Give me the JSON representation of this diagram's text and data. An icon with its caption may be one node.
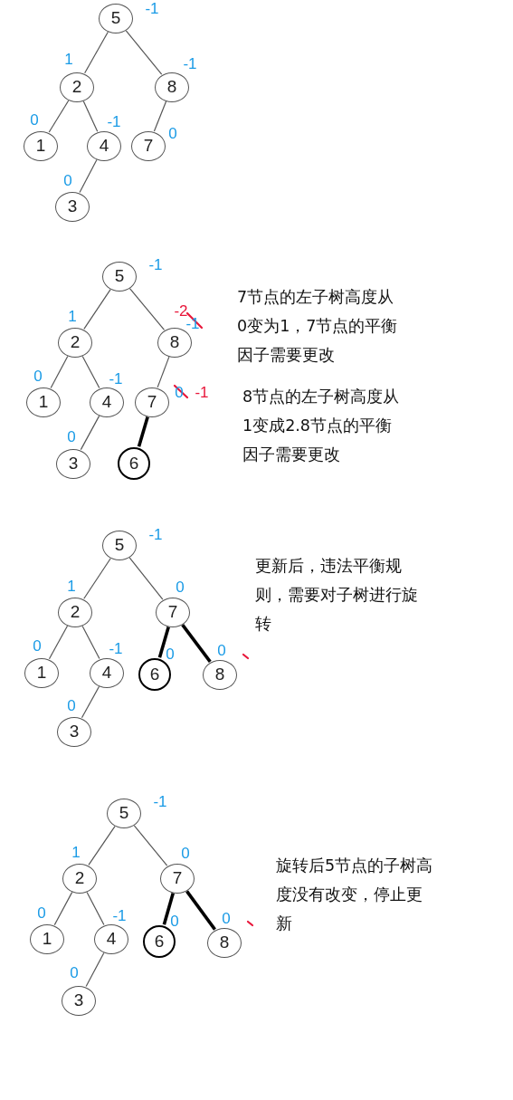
{
  "diagram": {
    "nodes": [
      {
        "text": [
          "5"
        ],
        "beside": [
          "-1"
        ]
      },
      {
        "text": [
          "2"
        ],
        "beside": [
          "1"
        ]
      },
      {
        "text": [
          "8"
        ],
        "beside": [
          "-1"
        ]
      },
      {
        "text": [
          "1"
        ],
        "beside": [
          "0"
        ]
      },
      {
        "text": [
          "4"
        ],
        "beside": [
          "-1"
        ]
      },
      {
        "text": [
          "7"
        ],
        "beside": [
          "0"
        ]
      },
      {
        "text": [
          "3"
        ],
        "beside": [
          "0"
        ]
      },
      {
        "text": [
          "5"
        ],
        "beside": [
          "-1"
        ]
      },
      {
        "text": [
          "2"
        ],
        "beside": [
          "1"
        ]
      },
      {
        "text": [
          "8"
        ],
        "beside": [
          "-2",
          "-1"
        ]
      },
      {
        "text": [
          "1"
        ],
        "beside": [
          "0"
        ]
      },
      {
        "text": [
          "4"
        ],
        "beside": [
          "-1"
        ]
      },
      {
        "text": [
          "7"
        ],
        "beside": [
          "0",
          "-1"
        ]
      },
      {
        "text": [
          "3"
        ],
        "beside": [
          "0"
        ]
      },
      {
        "text": [
          "6"
        ]
      },
      {
        "text": [
          "5"
        ],
        "beside": [
          "-1"
        ]
      },
      {
        "text": [
          "2"
        ],
        "beside": [
          "1"
        ]
      },
      {
        "text": [
          "7"
        ],
        "beside": [
          "0"
        ]
      },
      {
        "text": [
          "1"
        ],
        "beside": [
          "0"
        ]
      },
      {
        "text": [
          "4"
        ],
        "beside": [
          "-1"
        ]
      },
      {
        "text": [
          "6"
        ],
        "beside": [
          "0"
        ]
      },
      {
        "text": [
          "8"
        ],
        "beside": [
          "0"
        ]
      },
      {
        "text": [
          "3"
        ],
        "beside": [
          "0"
        ]
      },
      {
        "text": [
          "5"
        ],
        "beside": [
          "-1"
        ]
      },
      {
        "text": [
          "2"
        ],
        "beside": [
          "1"
        ]
      },
      {
        "text": [
          "7"
        ],
        "beside": [
          "0"
        ]
      },
      {
        "text": [
          "1"
        ],
        "beside": [
          "0"
        ]
      },
      {
        "text": [
          "4"
        ],
        "beside": [
          "-1"
        ]
      },
      {
        "text": [
          "6"
        ],
        "beside": [
          "0"
        ]
      },
      {
        "text": [
          "8"
        ],
        "beside": [
          "0"
        ]
      },
      {
        "text": [
          "3"
        ],
        "beside": [
          "0"
        ]
      }
    ],
    "edges": [
      {
        "from": 0,
        "to": 1,
        "arrow": "none"
      },
      {
        "from": 0,
        "to": 2,
        "arrow": "none"
      },
      {
        "from": 1,
        "to": 3,
        "arrow": "none"
      },
      {
        "from": 1,
        "to": 4,
        "arrow": "none"
      },
      {
        "from": 2,
        "to": 5,
        "arrow": "none"
      },
      {
        "from": 4,
        "to": 6,
        "arrow": "none"
      },
      {
        "from": 7,
        "to": 8,
        "arrow": "none"
      },
      {
        "from": 7,
        "to": 9,
        "arrow": "none"
      },
      {
        "from": 8,
        "to": 10,
        "arrow": "none"
      },
      {
        "from": 8,
        "to": 11,
        "arrow": "none"
      },
      {
        "from": 9,
        "to": 12,
        "arrow": "none"
      },
      {
        "from": 11,
        "to": 13,
        "arrow": "none"
      },
      {
        "from": 12,
        "to": 14,
        "arrow": "none",
        "style": "thick",
        "color": "#000000"
      },
      {
        "from": 15,
        "to": 16,
        "arrow": "none"
      },
      {
        "from": 15,
        "to": 17,
        "arrow": "none"
      },
      {
        "from": 16,
        "to": 18,
        "arrow": "none"
      },
      {
        "from": 16,
        "to": 19,
        "arrow": "none"
      },
      {
        "from": 17,
        "to": 20,
        "arrow": "none",
        "style": "thick",
        "color": "#000000"
      },
      {
        "from": 17,
        "to": 21,
        "arrow": "none",
        "style": "thick",
        "color": "#000000"
      },
      {
        "from": 19,
        "to": 22,
        "arrow": "none"
      },
      {
        "from": 23,
        "to": 24,
        "arrow": "none"
      },
      {
        "from": 23,
        "to": 25,
        "arrow": "none"
      },
      {
        "from": 24,
        "to": 26,
        "arrow": "none"
      },
      {
        "from": 24,
        "to": 27,
        "arrow": "none"
      },
      {
        "from": 25,
        "to": 28,
        "arrow": "none",
        "style": "thick",
        "color": "#000000"
      },
      {
        "from": 25,
        "to": 29,
        "arrow": "none",
        "style": "thick",
        "color": "#000000"
      },
      {
        "from": 27,
        "to": 30,
        "arrow": "none"
      }
    ],
    "labels": [
      "7节点的左子树高度从0变为1，7节点的平衡因子需要更改",
      "8节点的左子树高度从1变成2.8节点的平衡因子需要更改",
      "更新后，违法平衡规则，需要对子树进行旋转",
      "旋转后5节点的子树高度没有改变，停止更新"
    ]
  }
}
